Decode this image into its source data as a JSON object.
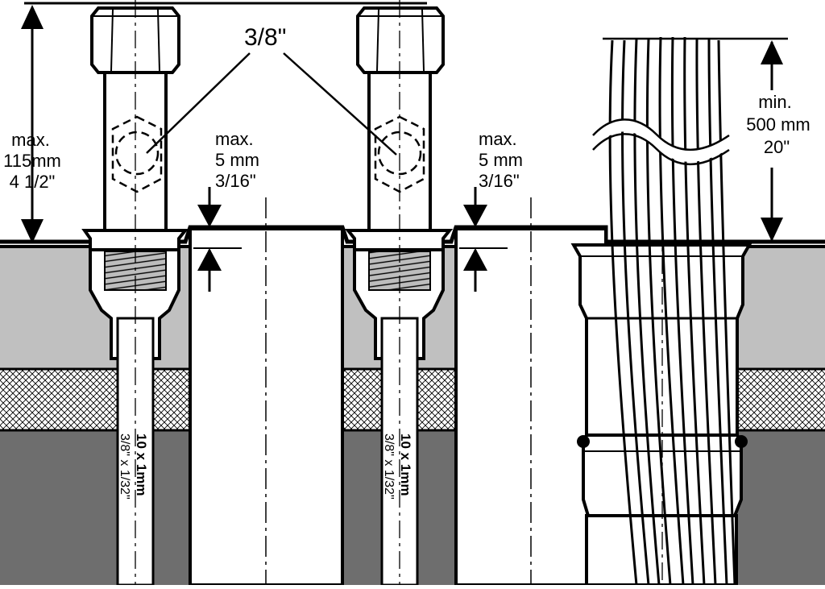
{
  "diagram": {
    "callout_diameter": "3/8\"",
    "height_left": {
      "line1": "max.",
      "line2": "115mm",
      "line3": "4 1/2\""
    },
    "gap_a": {
      "line1": "max.",
      "line2": "5 mm",
      "line3": "3/16\""
    },
    "gap_b": {
      "line1": "max.",
      "line2": "5 mm",
      "line3": "3/16\""
    },
    "hose_length": {
      "line1": "min.",
      "line2": "500 mm",
      "line3": "20\""
    },
    "pipe_a": {
      "line1": "10 x 1mm",
      "line2": "3/8\" x 1/32\""
    },
    "pipe_b": {
      "line1": "10 x 1mm",
      "line2": "3/8\" x 1/32\""
    }
  },
  "colors": {
    "line": "#000000",
    "countertop": "#c0c0c0",
    "cabinet": "#6e6e6e",
    "hatch_bg": "#ffffff",
    "paper": "#ffffff"
  }
}
